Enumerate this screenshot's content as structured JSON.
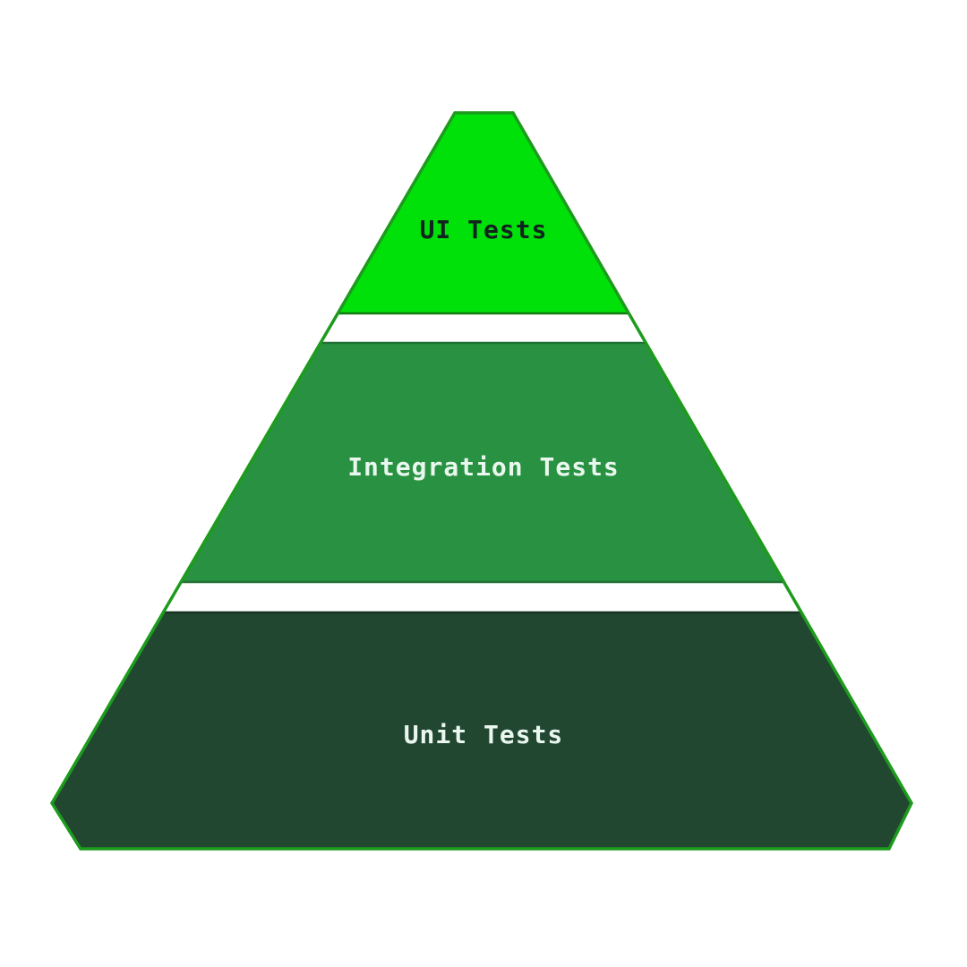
{
  "diagram": {
    "type": "pyramid",
    "name": "testing-pyramid",
    "background_color": "#ffffff",
    "outline_color": "#1d9b1d",
    "tiers": [
      {
        "label": "UI Tests",
        "fill_color": "#00e10a",
        "stroke_color": "#127a12",
        "text_color": "#10241e"
      },
      {
        "label": "Integration Tests",
        "fill_color": "#299242",
        "stroke_color": "#1f7034",
        "text_color": "#eaf7ee"
      },
      {
        "label": "Unit Tests",
        "fill_color": "#214731",
        "stroke_color": "#16331f",
        "text_color": "#eaf7ee"
      }
    ]
  }
}
